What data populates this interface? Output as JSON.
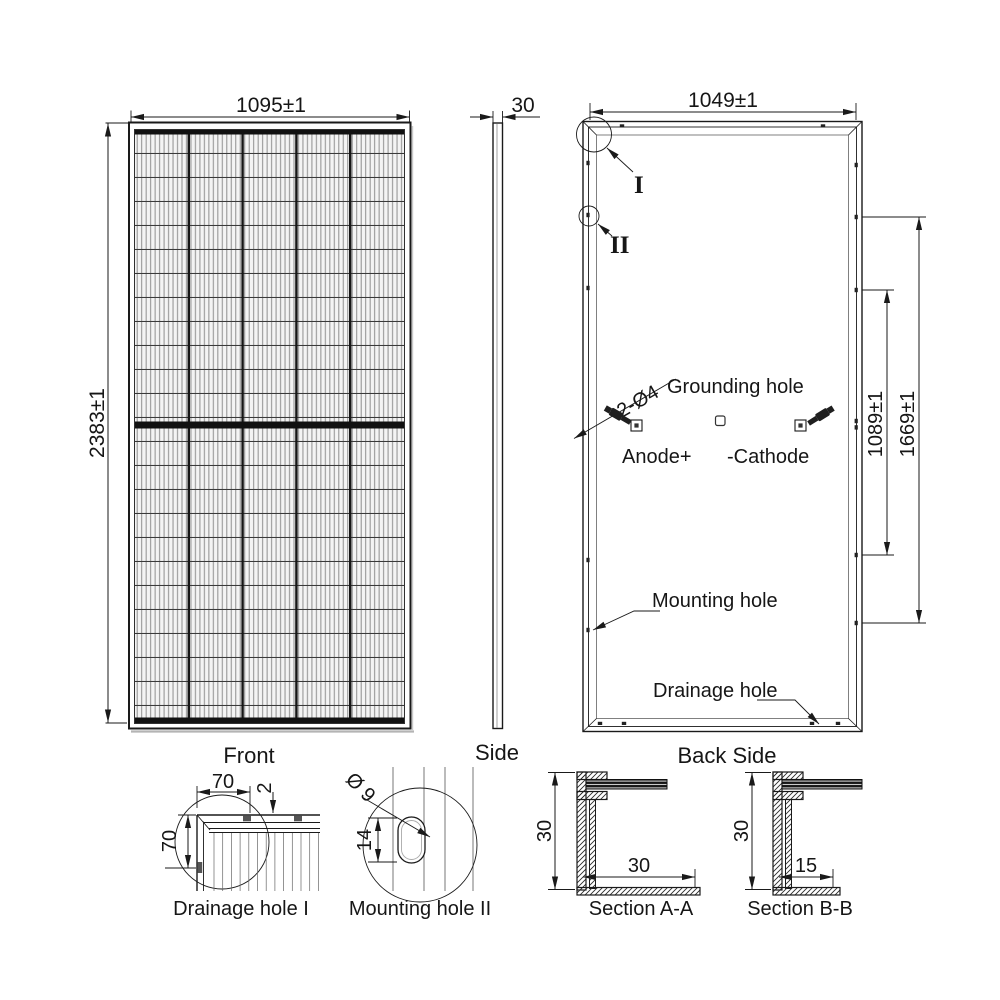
{
  "colors": {
    "ink": "#1a1a1a",
    "paper": "#ffffff"
  },
  "views": {
    "front": {
      "caption": "Front",
      "dim_width": "1095±1",
      "dim_height": "2383±1"
    },
    "side": {
      "caption": "Side",
      "dim_thickness": "30"
    },
    "back": {
      "caption": "Back Side",
      "dim_width": "1049±1",
      "dim_span_inner": "1089±1",
      "dim_span_outer": "1669±1",
      "callout_grounding": "2-Ø4",
      "label_grounding": "Grounding hole",
      "label_anode": "Anode+",
      "label_cathode": "-Cathode",
      "label_mounting": "Mounting hole",
      "label_drainage": "Drainage hole",
      "marker_i": "I",
      "marker_ii": "II"
    },
    "drainage_detail": {
      "caption": "Drainage hole I",
      "dim_top": "70",
      "dim_left": "70",
      "dim_gap": "2"
    },
    "mounting_detail": {
      "caption": "Mounting hole II",
      "dim_dia": "Ø 9",
      "dim_len": "14"
    },
    "section_aa": {
      "caption": "Section A-A",
      "dim_height": "30",
      "dim_width": "30"
    },
    "section_bb": {
      "caption": "Section B-B",
      "dim_height": "30",
      "dim_width": "15"
    }
  }
}
